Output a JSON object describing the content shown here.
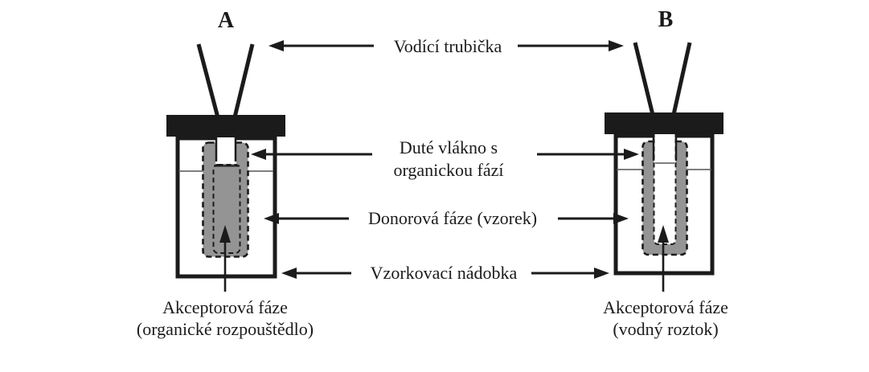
{
  "colors": {
    "ink": "#1b1b1b",
    "fiber_gray": "#949494",
    "bg": "#ffffff",
    "level_line": "#555555"
  },
  "diagram": {
    "vessel_a_letter": "A",
    "vessel_b_letter": "B",
    "labels": {
      "guide_tube": "Vodící trubička",
      "hollow_fiber": {
        "line1": "Duté vlákno s",
        "line2": "organickou fází"
      },
      "donor_phase": "Donorová fáze (vzorek)",
      "sampling_vessel": "Vzorkovací nádobka",
      "acceptor_phase_a": {
        "line1": "Akceptorová fáze",
        "line2": "(organické rozpouštědlo)"
      },
      "acceptor_phase_b": {
        "line1": "Akceptorová fáze",
        "line2": "(vodný roztok)"
      }
    }
  }
}
